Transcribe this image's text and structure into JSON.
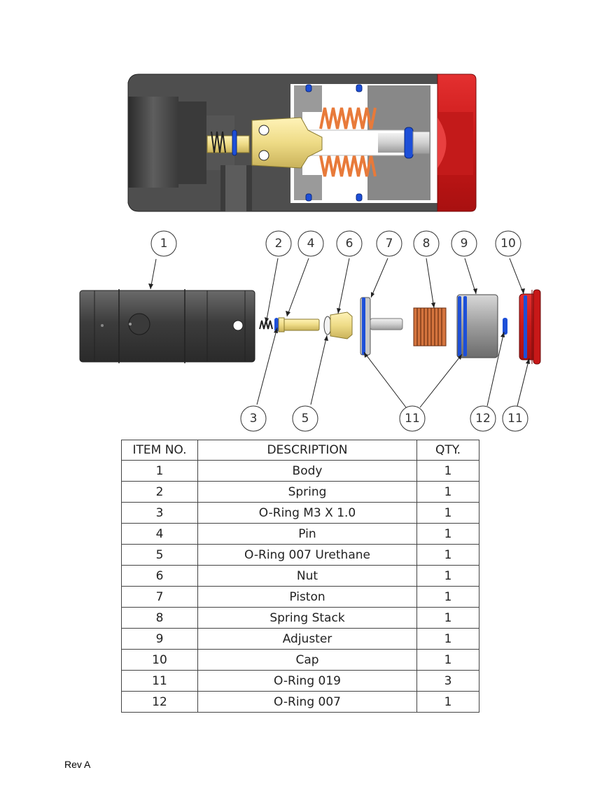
{
  "balloons": {
    "top_row": [
      "1",
      "2",
      "4",
      "6",
      "7",
      "8",
      "9",
      "10"
    ],
    "bottom_row": [
      "3",
      "5",
      "11",
      "12",
      "11"
    ]
  },
  "bom": {
    "headers": {
      "item": "ITEM NO.",
      "description": "DESCRIPTION",
      "qty": "QTY."
    },
    "rows": [
      {
        "item": "1",
        "description": "Body",
        "qty": "1"
      },
      {
        "item": "2",
        "description": "Spring",
        "qty": "1"
      },
      {
        "item": "3",
        "description": "O-Ring M3 X 1.0",
        "qty": "1"
      },
      {
        "item": "4",
        "description": "Pin",
        "qty": "1"
      },
      {
        "item": "5",
        "description": "O-Ring 007 Urethane",
        "qty": "1"
      },
      {
        "item": "6",
        "description": "Nut",
        "qty": "1"
      },
      {
        "item": "7",
        "description": "Piston",
        "qty": "1"
      },
      {
        "item": "8",
        "description": "Spring Stack",
        "qty": "1"
      },
      {
        "item": "9",
        "description": "Adjuster",
        "qty": "1"
      },
      {
        "item": "10",
        "description": "Cap",
        "qty": "1"
      },
      {
        "item": "11",
        "description": "O-Ring 019",
        "qty": "3"
      },
      {
        "item": "12",
        "description": "O-Ring 007",
        "qty": "1"
      }
    ]
  },
  "footer": {
    "revision": "Rev A"
  },
  "colors": {
    "body_gray": "#4a4a4a",
    "section_gray": "#7d7d7d",
    "cap_red": "#d42020",
    "brass": "#f0df8e",
    "spring_orange": "#e87a3a",
    "oring_blue": "#1d4fd8"
  }
}
